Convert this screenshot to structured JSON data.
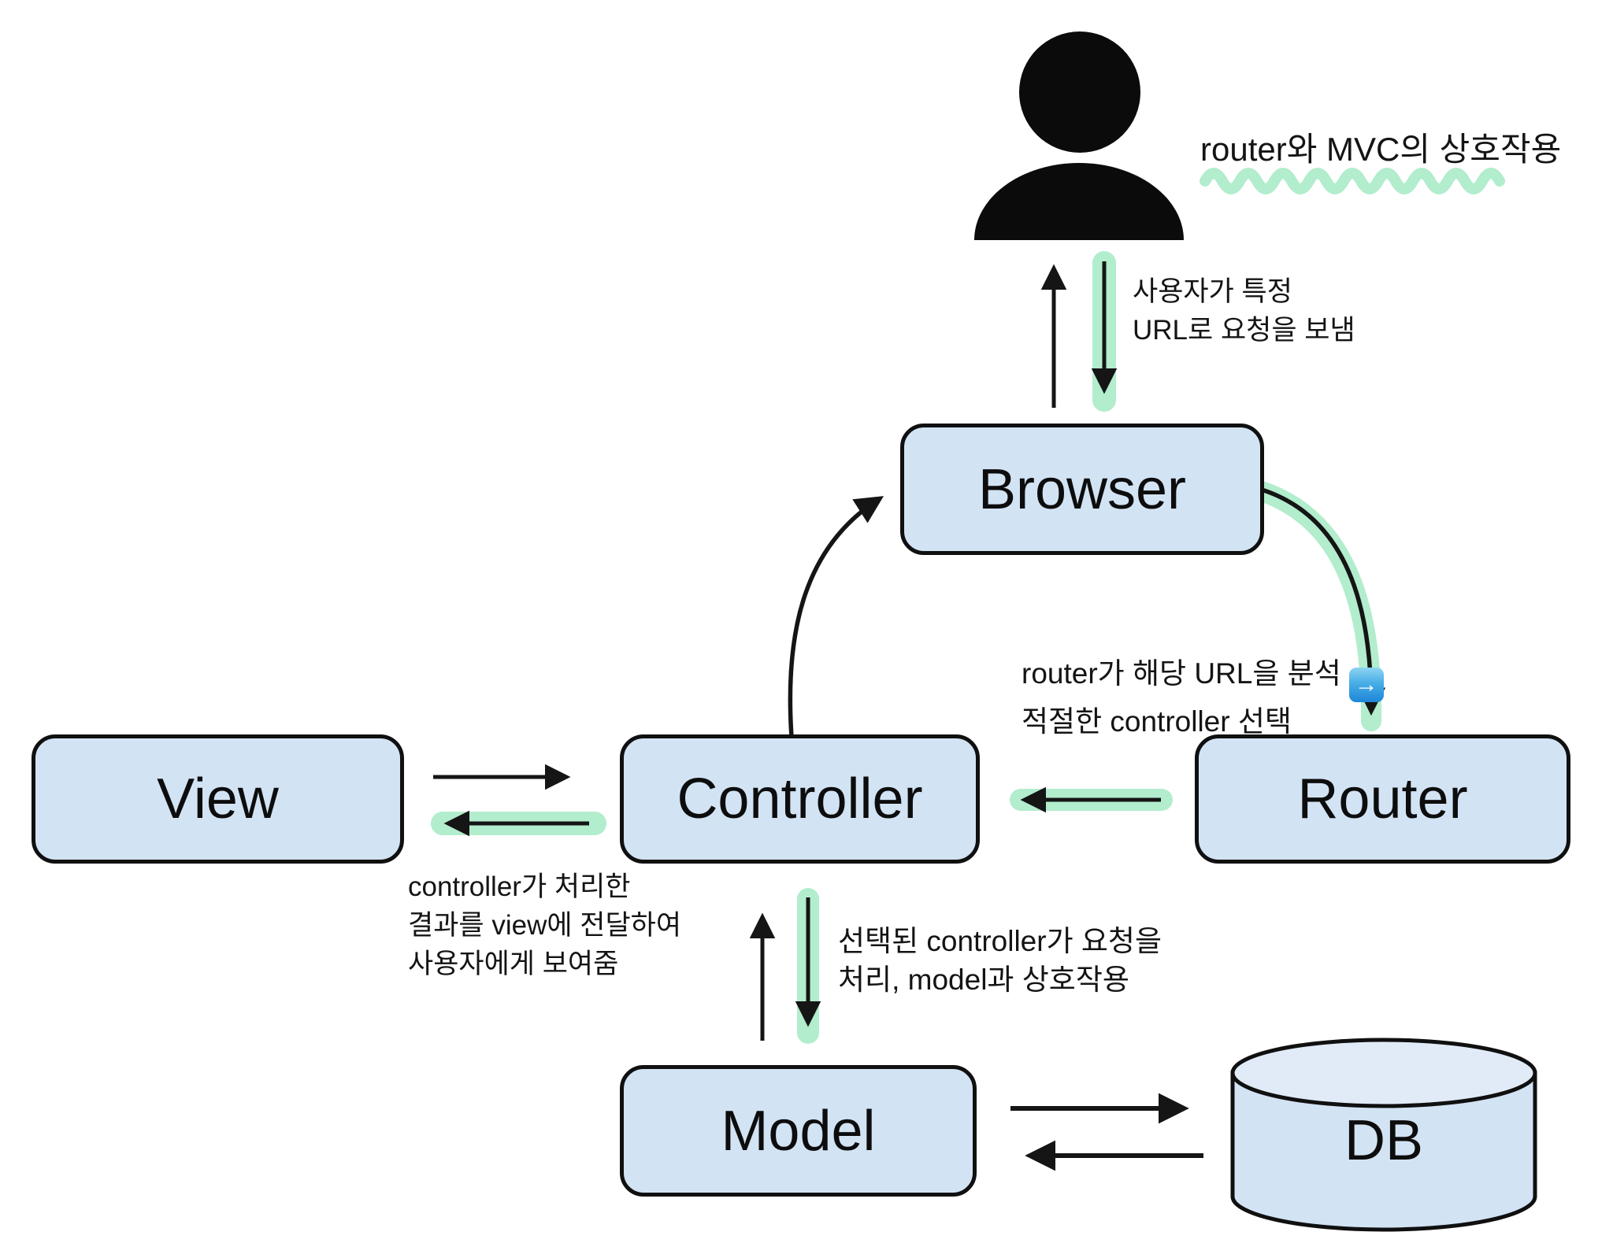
{
  "diagram_title": "router와 MVC의 상호작용",
  "nodes": {
    "browser": {
      "label": "Browser"
    },
    "view": {
      "label": "View"
    },
    "controller": {
      "label": "Controller"
    },
    "router": {
      "label": "Router"
    },
    "model": {
      "label": "Model"
    },
    "db": {
      "label": "DB"
    }
  },
  "annotations": {
    "user_request": {
      "line1": "사용자가 특정",
      "line2": "URL로 요청을 보냄"
    },
    "router_analyze": {
      "line1": "router가 해당 URL을 분석",
      "line2": "적절한 controller 선택"
    },
    "controller_view": {
      "line1": "controller가 처리한",
      "line2": "결과를 view에 전달하여",
      "line3": "사용자에게 보여줌"
    },
    "controller_model": {
      "line1": "선택된 controller가 요청을",
      "line2": "처리, model과 상호작용"
    }
  },
  "icons": {
    "user": "user-icon",
    "right_arrow_emoji": "→"
  },
  "colors": {
    "node_fill": "#d2e3f4",
    "cylinder_top_fill": "#e1ebf7",
    "node_border": "#101010",
    "arrow_black": "#151515",
    "highlight_mint": "#b2edcd",
    "emoji_blue": "#1e86d8"
  }
}
